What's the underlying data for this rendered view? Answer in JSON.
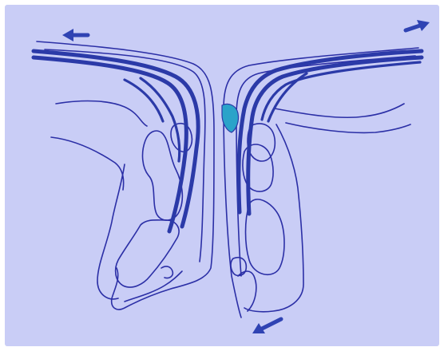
{
  "figure": {
    "background_color": "#c9cdf6",
    "outline_color": "#2b2fa6",
    "tendon_color": "#2b3aa8",
    "highlight_color": "#2aa3c9",
    "arrow_color": "#2f43b3",
    "arrows": [
      {
        "name": "top-left-arrow",
        "direction": "left"
      },
      {
        "name": "top-right-arrow",
        "direction": "right"
      },
      {
        "name": "bottom-arrow",
        "direction": "down-left"
      }
    ]
  }
}
